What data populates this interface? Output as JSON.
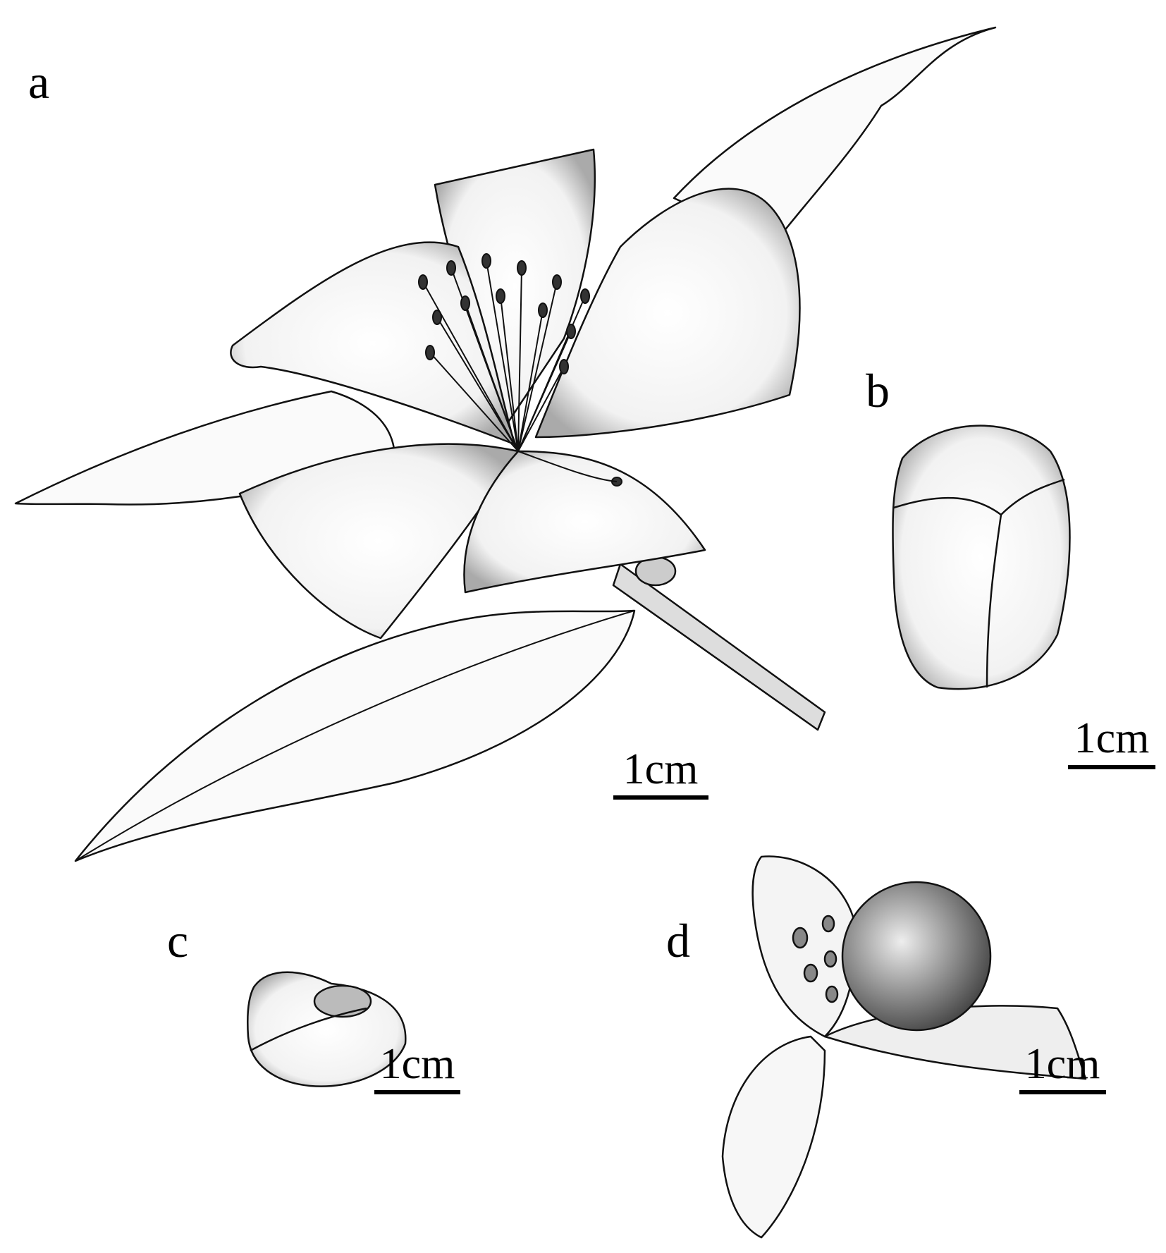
{
  "panels": [
    {
      "label": "a",
      "scale_text": "1cm"
    },
    {
      "label": "b",
      "scale_text": "1cm"
    },
    {
      "label": "c",
      "scale_text": "1cm"
    },
    {
      "label": "d",
      "scale_text": "1cm"
    }
  ],
  "colors": {
    "ink": "#000000",
    "background": "#ffffff",
    "shade": "#9a9a9a"
  }
}
